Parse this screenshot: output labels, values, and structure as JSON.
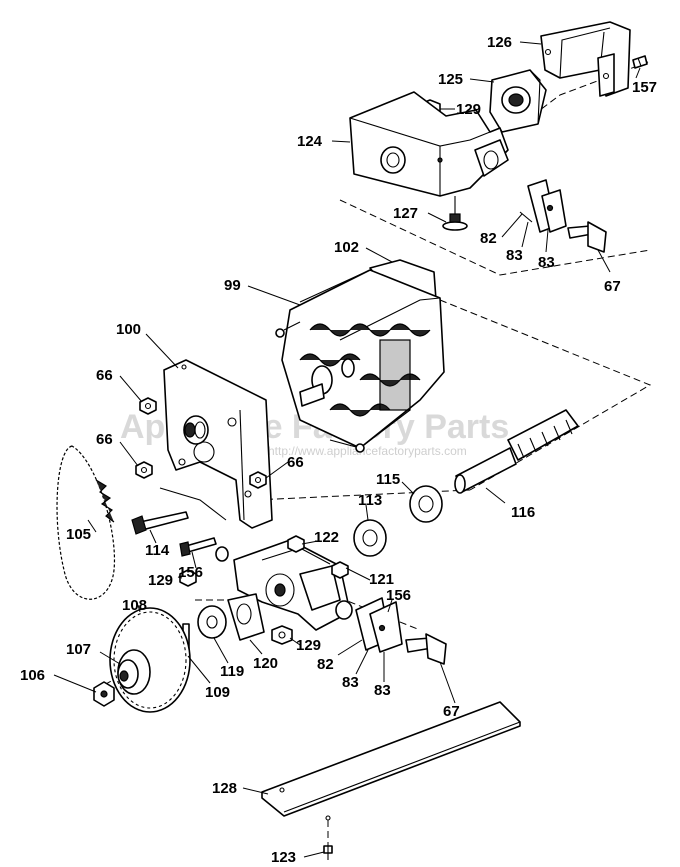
{
  "watermark": {
    "brand": "Appliance Factory Parts",
    "url": "http://www.appliancefactoryparts.com"
  },
  "callouts": [
    {
      "id": "c126",
      "text": "126"
    },
    {
      "id": "c157",
      "text": "157"
    },
    {
      "id": "c125",
      "text": "125"
    },
    {
      "id": "c129a",
      "text": "129"
    },
    {
      "id": "c124",
      "text": "124"
    },
    {
      "id": "c127",
      "text": "127"
    },
    {
      "id": "c82a",
      "text": "82"
    },
    {
      "id": "c83a",
      "text": "83"
    },
    {
      "id": "c83b",
      "text": "83"
    },
    {
      "id": "c67a",
      "text": "67"
    },
    {
      "id": "c102",
      "text": "102"
    },
    {
      "id": "c99",
      "text": "99"
    },
    {
      "id": "c100",
      "text": "100"
    },
    {
      "id": "c66a",
      "text": "66"
    },
    {
      "id": "c66b",
      "text": "66"
    },
    {
      "id": "c66c",
      "text": "66"
    },
    {
      "id": "c115",
      "text": "115"
    },
    {
      "id": "c116",
      "text": "116"
    },
    {
      "id": "c113",
      "text": "113"
    },
    {
      "id": "c105",
      "text": "105"
    },
    {
      "id": "c114",
      "text": "114"
    },
    {
      "id": "c122",
      "text": "122"
    },
    {
      "id": "c156a",
      "text": "156"
    },
    {
      "id": "c129b",
      "text": "129"
    },
    {
      "id": "c121",
      "text": "121"
    },
    {
      "id": "c156b",
      "text": "156"
    },
    {
      "id": "c108",
      "text": "108"
    },
    {
      "id": "c107",
      "text": "107"
    },
    {
      "id": "c106",
      "text": "106"
    },
    {
      "id": "c109",
      "text": "109"
    },
    {
      "id": "c119",
      "text": "119"
    },
    {
      "id": "c120",
      "text": "120"
    },
    {
      "id": "c129c",
      "text": "129"
    },
    {
      "id": "c82b",
      "text": "82"
    },
    {
      "id": "c83c",
      "text": "83"
    },
    {
      "id": "c83d",
      "text": "83"
    },
    {
      "id": "c67b",
      "text": "67"
    },
    {
      "id": "c128",
      "text": "128"
    },
    {
      "id": "c123",
      "text": "123"
    }
  ]
}
